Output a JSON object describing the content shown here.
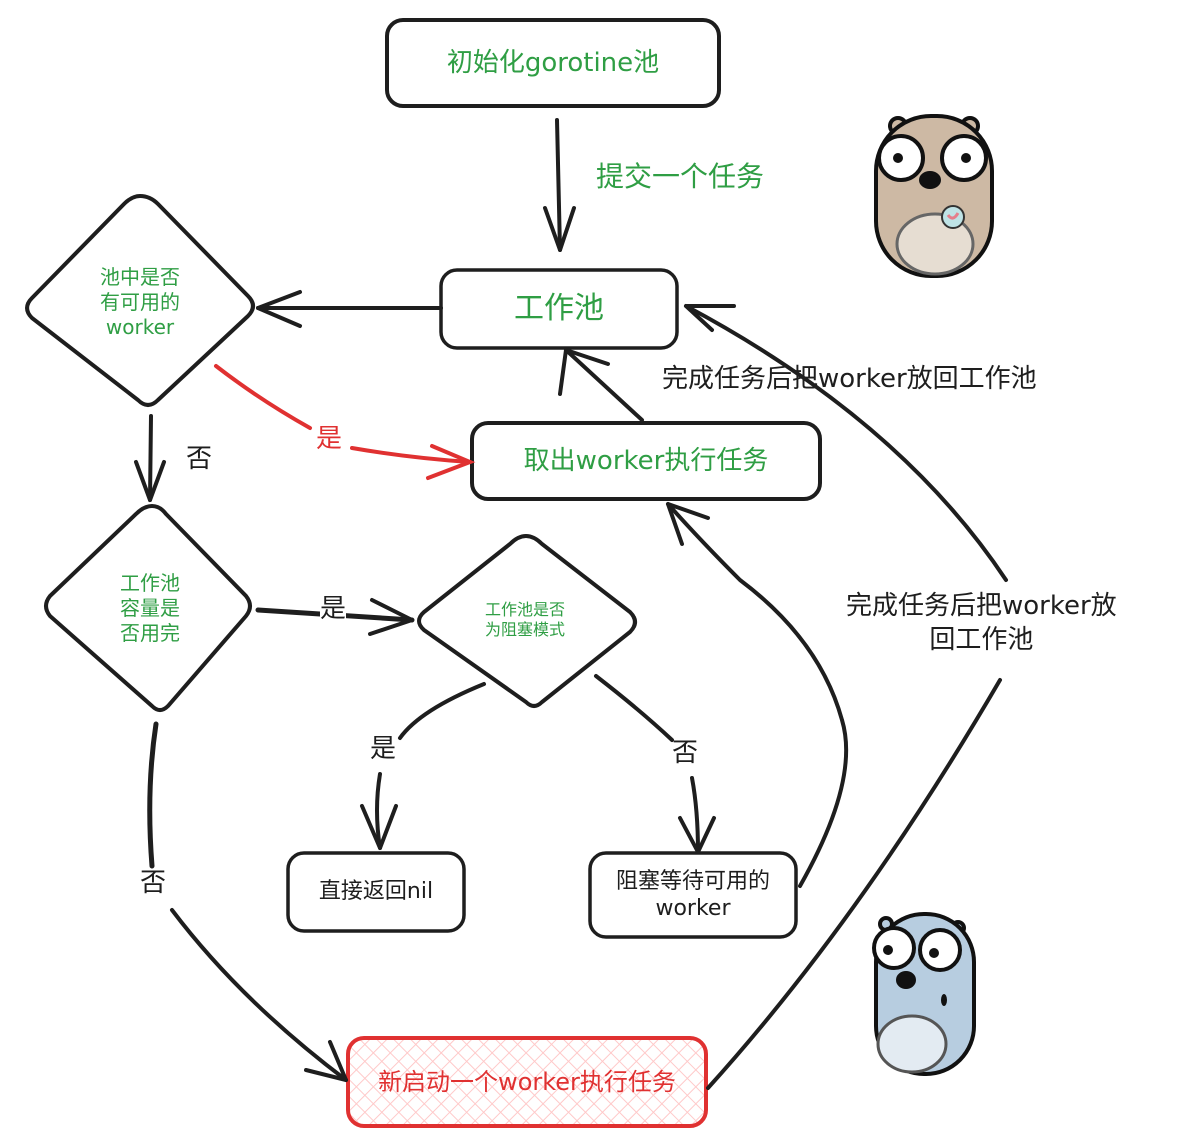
{
  "colors": {
    "stroke": "#1e1e1e",
    "text_green": "#2f9e44",
    "text_black": "#1e1e1e",
    "accent_red": "#e03131",
    "hatch_red": "#ffc9c9",
    "gopher_brown": "#cdb9a4",
    "gopher_blue": "#b7cde0"
  },
  "nodes": {
    "init_pool": "初始化gorotine池",
    "work_pool": "工作池",
    "has_worker_q": [
      "池中是否",
      "有可用的",
      "worker"
    ],
    "take_worker": "取出worker执行任务",
    "capacity_full_q": [
      "工作池",
      "容量是",
      "否用完"
    ],
    "blocking_mode_q": [
      "工作池是否",
      "为阻塞模式"
    ],
    "return_nil": "直接返回nil",
    "block_wait": [
      "阻塞等待可用的",
      "worker"
    ],
    "new_worker": "新启动一个worker执行任务"
  },
  "edges": {
    "submit_task": "提交一个任务",
    "yes_take": "是",
    "no_capacity": "否",
    "yes_blocking": "是",
    "yes_return": "是",
    "no_block": "否",
    "no_new_worker": "否",
    "return_to_pool_1": "完成任务后把worker放回工作池",
    "return_to_pool_2": [
      "完成任务后把worker放",
      "回工作池"
    ]
  },
  "decorations": {
    "gopher_top": "gopher-mascot-brown",
    "gopher_bottom": "gopher-mascot-blue"
  }
}
